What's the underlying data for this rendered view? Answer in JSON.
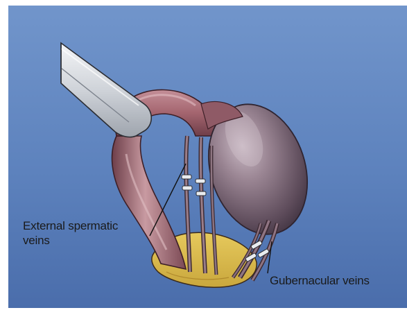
{
  "labels": {
    "external_line1": "External spermatic",
    "external_line2": "veins",
    "gubernacular": "Gubernacular veins"
  },
  "colors": {
    "background_top": "#6f93c8",
    "background_bottom": "#4c6fae",
    "cord": "#9c6670",
    "testis": "#7a6676",
    "fat_pad": "#d8b84c",
    "forceps": "#e4e6ea"
  }
}
